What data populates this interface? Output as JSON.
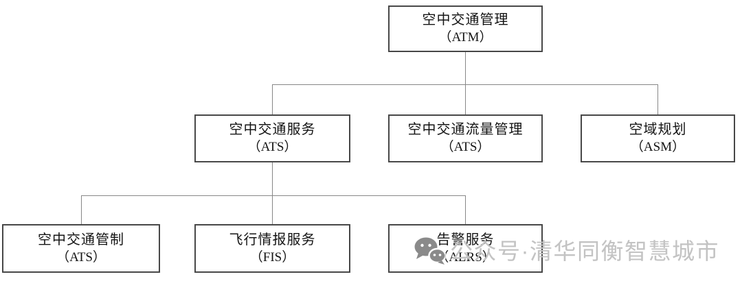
{
  "diagram": {
    "type": "org-hierarchy",
    "nodes": {
      "atm": {
        "title": "空中交通管理",
        "code": "（ATM）"
      },
      "ats": {
        "title": "空中交通服务",
        "code": "（ATS）"
      },
      "atfm": {
        "title": "空中交通流量管理",
        "code": "（ATS）"
      },
      "asm": {
        "title": "空域规划",
        "code": "（ASM）"
      },
      "atc": {
        "title": "空中交通管制",
        "code": "（ATS）"
      },
      "fis": {
        "title": "飞行情报服务",
        "code": "（FIS）"
      },
      "alrs": {
        "title": "告警服务",
        "code": "（ALRS）"
      }
    },
    "edges": [
      [
        "atm",
        "ats"
      ],
      [
        "atm",
        "atfm"
      ],
      [
        "atm",
        "asm"
      ],
      [
        "ats",
        "atc"
      ],
      [
        "ats",
        "fis"
      ],
      [
        "ats",
        "alrs"
      ]
    ]
  },
  "watermark": {
    "icon": "wechat-icon",
    "text": "公众号·清华同衡智慧城市",
    "text_color": "#c3c3c3",
    "icon_color": "#6a6a6a"
  },
  "colors": {
    "background": "#ffffff",
    "box_border": "#474747",
    "connector_line": "#878787",
    "node_text": "#141414"
  }
}
